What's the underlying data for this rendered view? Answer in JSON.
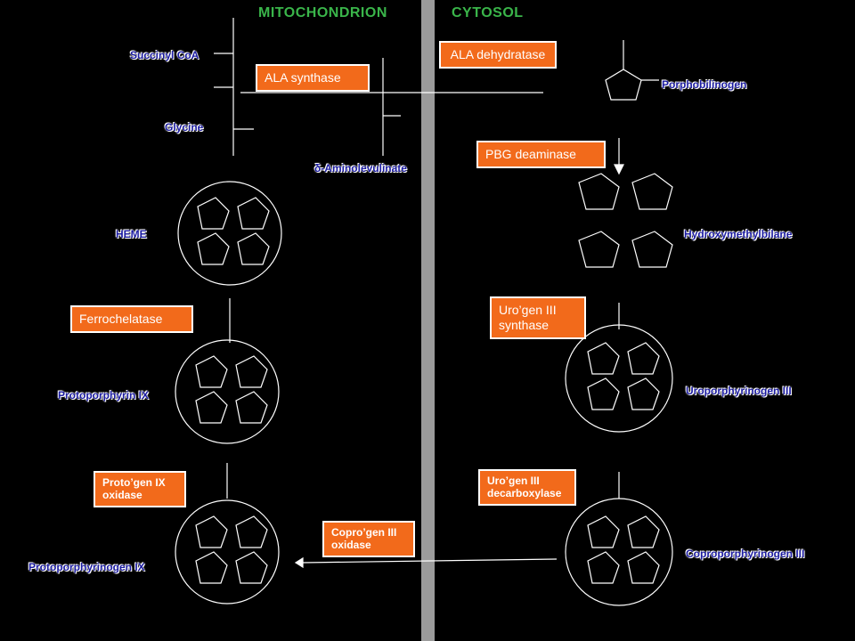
{
  "compartments": {
    "left": "MITOCHONDRION",
    "right": "CYTOSOL"
  },
  "enzymes": {
    "ala_synthase": "ALA synthase",
    "ala_dehydratase": "ALA dehydratase",
    "pbg_deaminase": "PBG deaminase",
    "urogen_iii_synthase": "Uro’gen III synthase",
    "urogen_iii_decarboxylase": "Uro’gen III decarboxylase",
    "coprogen_iii_oxidase": "Copro’gen III oxidase",
    "protogen_ix_oxidase": "Proto’gen IX oxidase",
    "ferrochelatase": "Ferrochelatase"
  },
  "metabolites": {
    "succinyl_coa": "Succinyl CoA",
    "glycine": "Glycine",
    "aminolevulinate": "δ-Aminolevulinate",
    "porphobilinogen": "Porphobilinogen",
    "hydroxymethylbilane": "Hydroxymethylbilane",
    "heme": "HEME",
    "protoporphyrin_ix": "Protoporphyrin IX",
    "uroporphyrinogen_iii": "Uroporphyrinogen III",
    "protoporphyrinogen_ix": "Protoporphyrinogen IX",
    "coproporphyrinogen_iii": "Coproporphyrinogen III"
  },
  "colors": {
    "enzyme_bg": "#f26a1b",
    "compartment_text": "#3ab54a",
    "metabolite_text": "#1a1aa0",
    "divider": "#9b9b9b"
  }
}
